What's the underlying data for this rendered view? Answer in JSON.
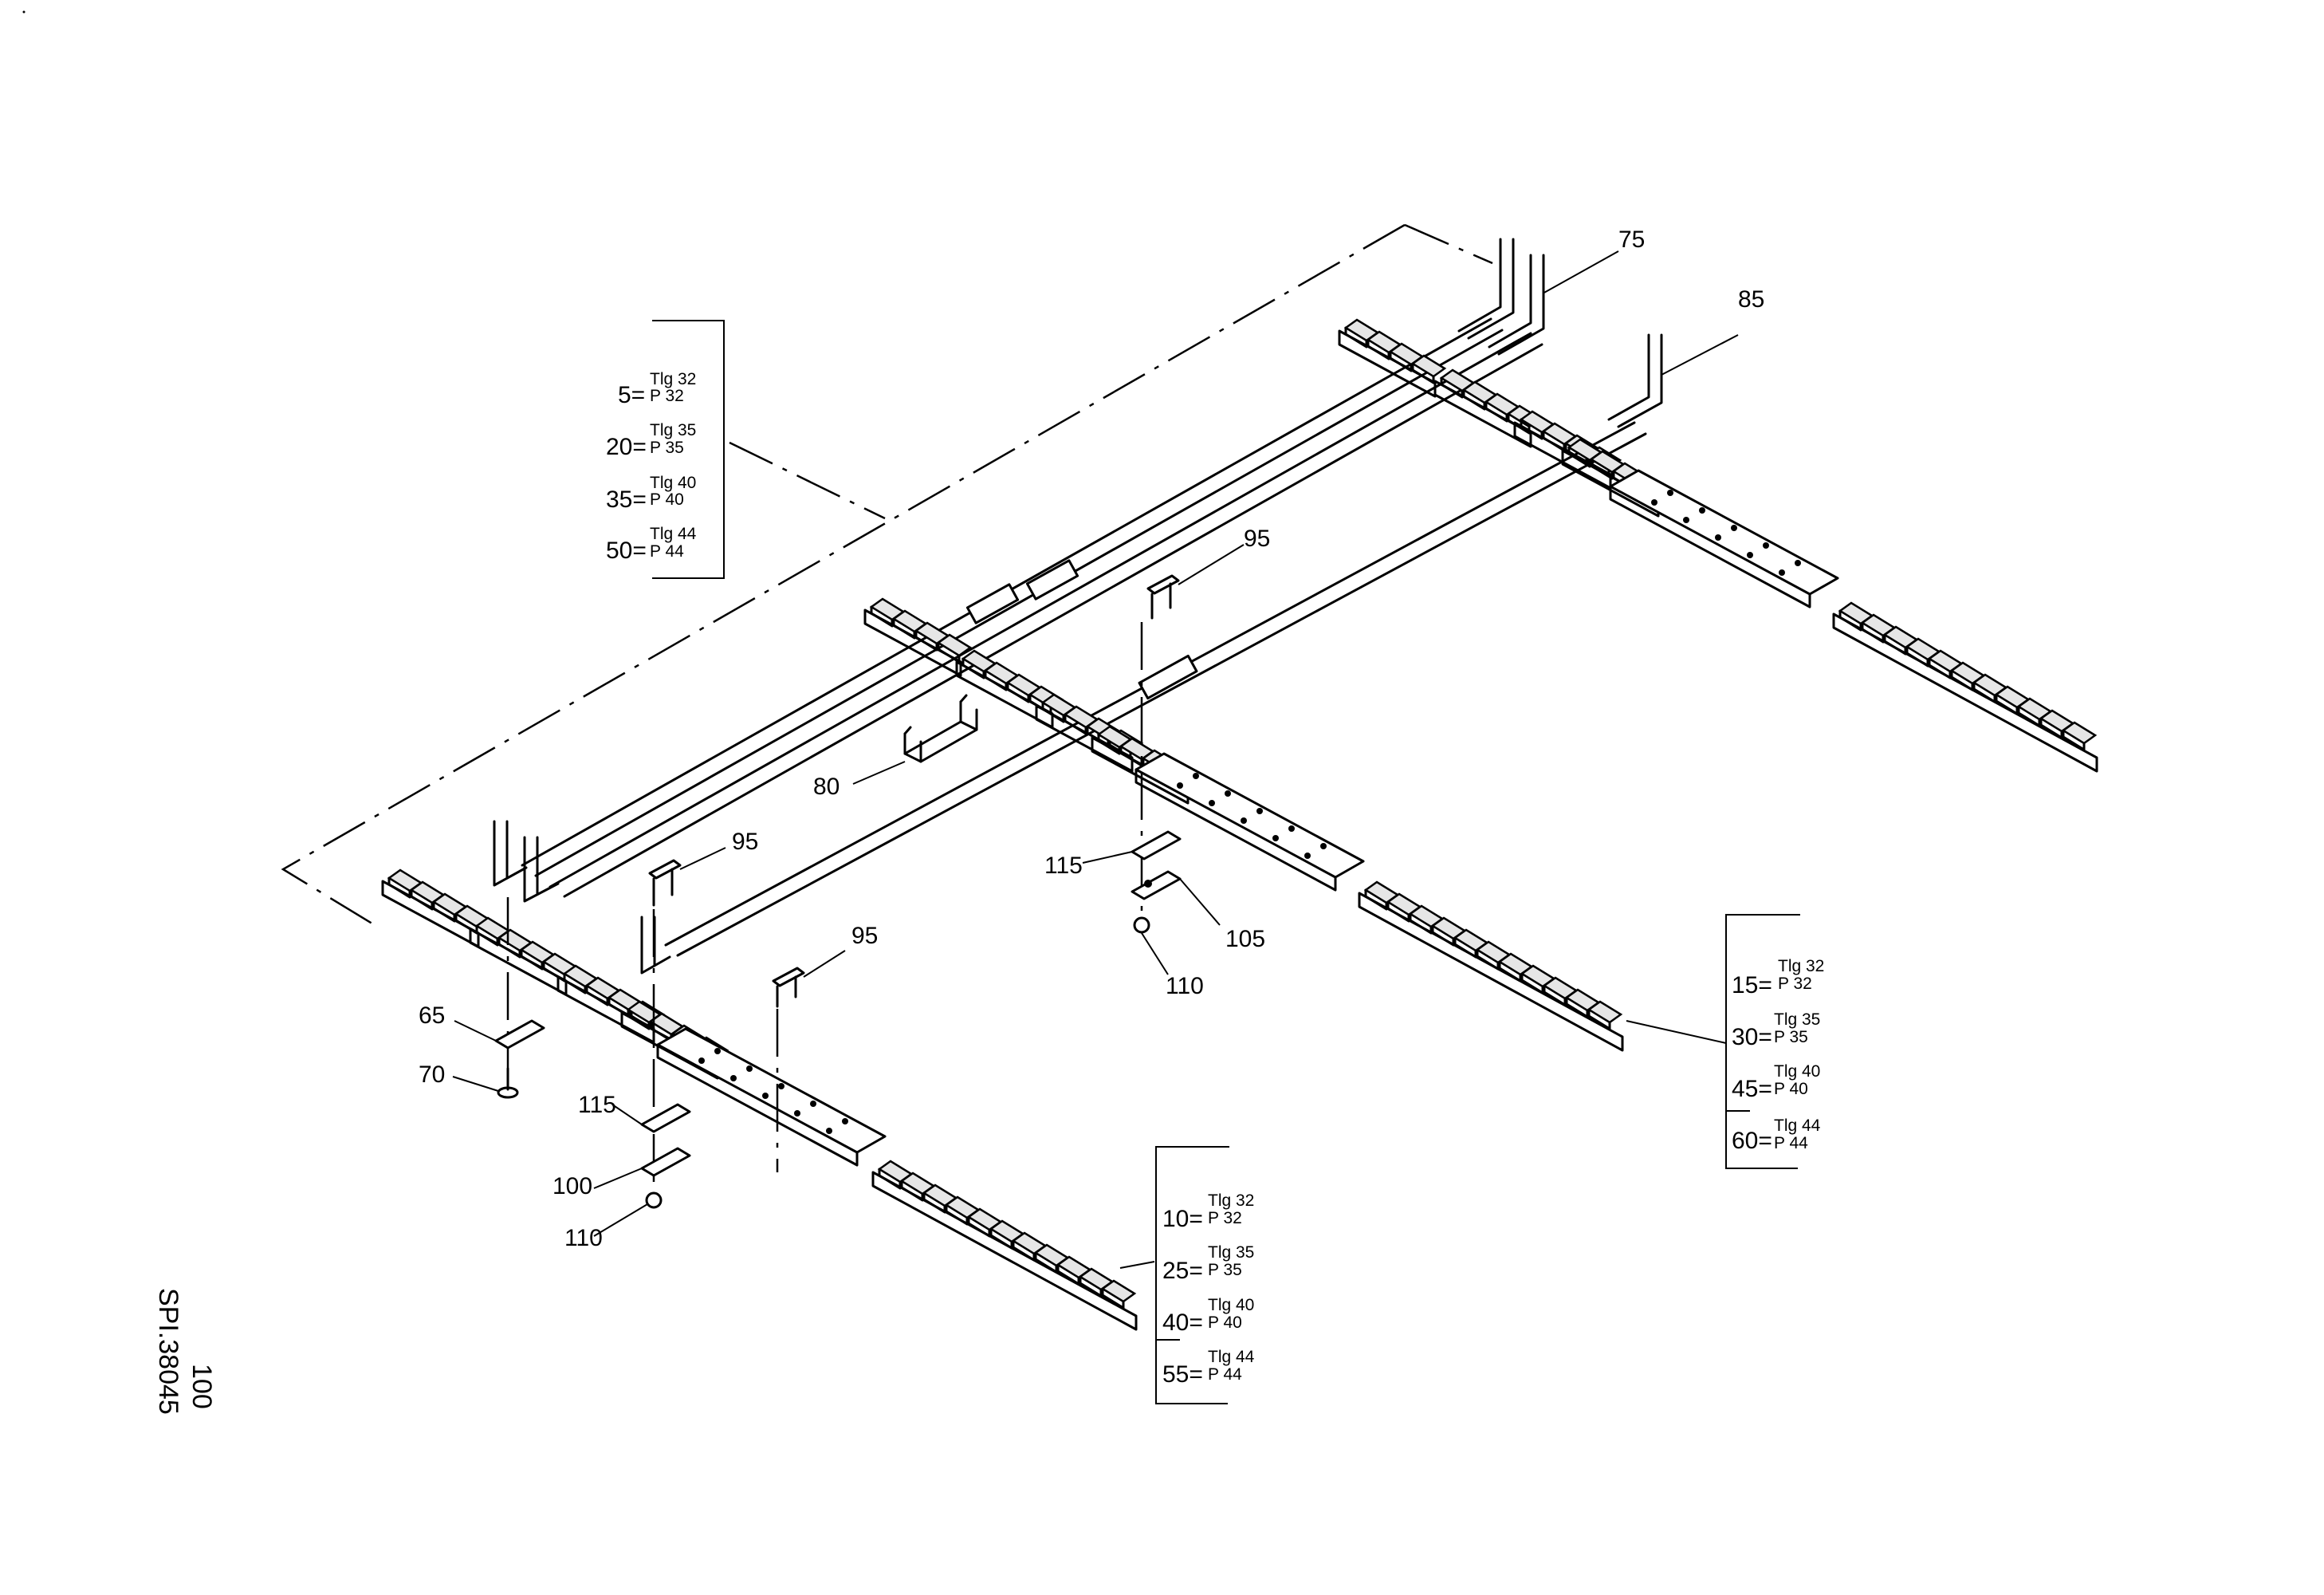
{
  "drawing_ref": {
    "sheet_no": "100",
    "code": "SPI.38045"
  },
  "callouts": {
    "c75": "75",
    "c85": "85",
    "c95a": "95",
    "c95b": "95",
    "c95c": "95",
    "c80": "80",
    "c115a": "115",
    "c115b": "115",
    "c105": "105",
    "c110a": "110",
    "c110b": "110",
    "c65": "65",
    "c70": "70",
    "c100": "100"
  },
  "tables": {
    "top_left": {
      "rows": [
        {
          "pos": "5=",
          "top": "Tlg 32",
          "bottom": "P 32"
        },
        {
          "pos": "20=",
          "top": "Tlg 35",
          "bottom": "P 35"
        },
        {
          "pos": "35=",
          "top": "Tlg 40",
          "bottom": "P 40"
        },
        {
          "pos": "50=",
          "top": "Tlg 44",
          "bottom": "P 44"
        }
      ]
    },
    "right": {
      "rows": [
        {
          "pos": "15=",
          "top": "Tlg 32",
          "bottom": "P 32"
        },
        {
          "pos": "30=",
          "top": "Tlg 35",
          "bottom": "P 35"
        },
        {
          "pos": "45=",
          "top": "Tlg 40",
          "bottom": "P 40"
        },
        {
          "pos": "60=",
          "top": "Tlg 44",
          "bottom": "P 44"
        }
      ]
    },
    "bottom": {
      "rows": [
        {
          "pos": "10=",
          "top": "Tlg 32",
          "bottom": "P 32"
        },
        {
          "pos": "25=",
          "top": "Tlg 35",
          "bottom": "P 35"
        },
        {
          "pos": "40=",
          "top": "Tlg 40",
          "bottom": "P 40"
        },
        {
          "pos": "55=",
          "top": "Tlg 44",
          "bottom": "P 44"
        }
      ]
    }
  }
}
